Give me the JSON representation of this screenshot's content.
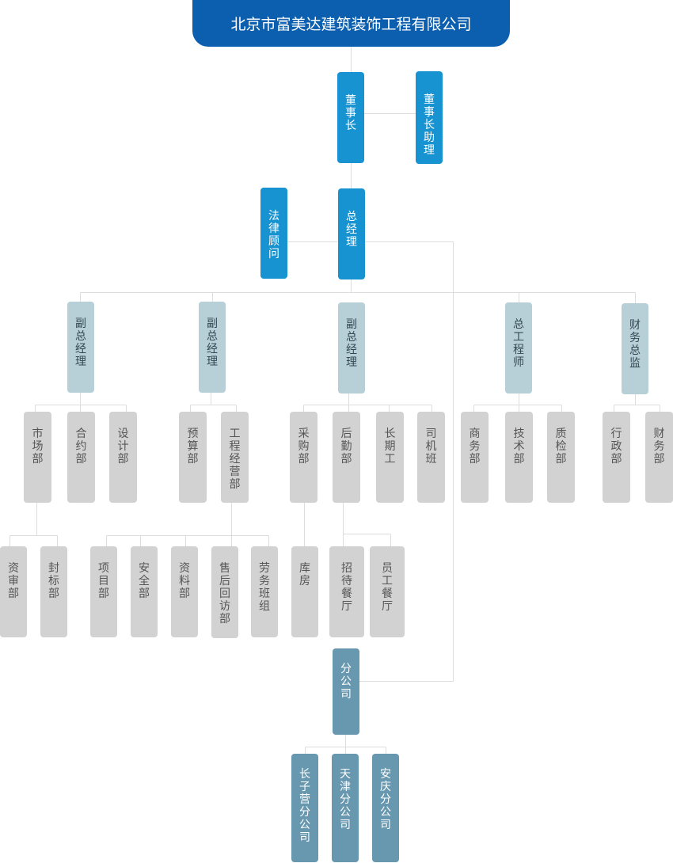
{
  "title": "北京市富美达建筑装饰工程有限公司",
  "colors": {
    "title": "#0b5fae",
    "executive": "#1893d2",
    "manager": "#b7cfd6",
    "department": "#d2d2d2",
    "branch": "#6898b0",
    "line": "#dddddd"
  },
  "executives": [
    "董事长",
    "董事长助理",
    "法律顾问",
    "总经理"
  ],
  "managers": [
    "副总经理",
    "副总经理",
    "副总经理",
    "总工程师",
    "财务总监"
  ],
  "departments": [
    "市场部",
    "合约部",
    "设计部",
    "预算部",
    "工程经营部",
    "采购部",
    "后勤部",
    "长期工",
    "司机班",
    "商务部",
    "技术部",
    "质检部",
    "行政部",
    "财务部"
  ],
  "sub_departments": [
    "资审部",
    "封标部",
    "项目部",
    "安全部",
    "资料部",
    "售后回访部",
    "劳务班组",
    "库房",
    "招待餐厅",
    "员工餐厅"
  ],
  "branch_office": "分公司",
  "branches": [
    "长子营分公司",
    "天津分公司",
    "安庆分公司"
  ]
}
